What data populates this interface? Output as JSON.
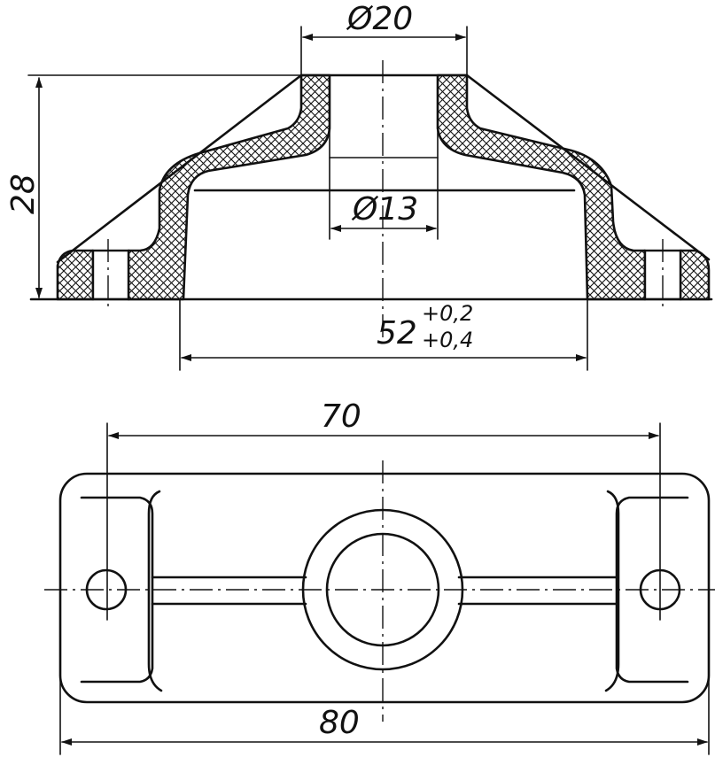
{
  "dimensions": {
    "top_diameter": "Ø20",
    "hole_diameter": "Ø13",
    "height": "28",
    "base_width": "52",
    "tolerance_upper": "+0,2",
    "tolerance_lower": "+0,4",
    "hole_spacing": "70",
    "overall_length": "80"
  }
}
